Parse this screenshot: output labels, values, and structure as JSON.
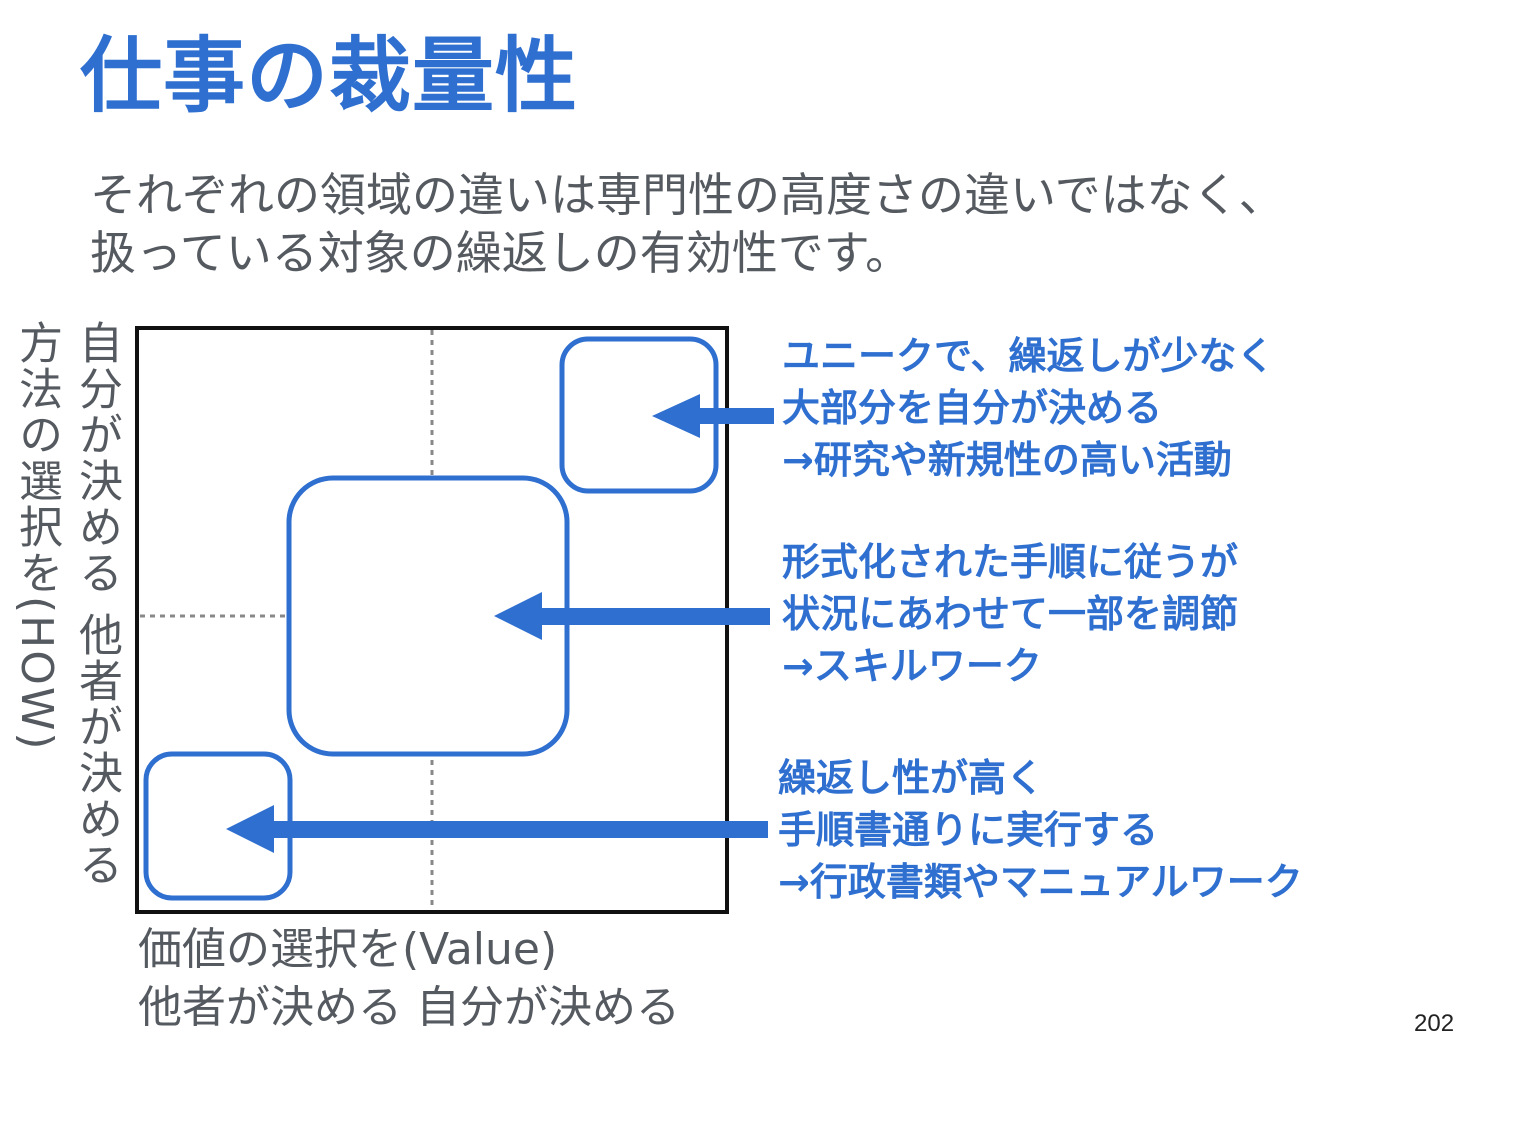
{
  "slide": {
    "title": "仕事の裁量性",
    "subtitle": [
      "それぞれの領域の違いは専門性の高度さの違いではなく、",
      "扱っている対象の繰返しの有効性です。"
    ],
    "page_number": "202"
  },
  "diagram": {
    "y_axis": {
      "line1": "方法の選択を(HOW)",
      "line2": "自分が決める 他者が決める"
    },
    "x_axis": {
      "line1": "価値の選択を(Value)",
      "line2": "他者が決める 自分が決める"
    },
    "annotations": [
      {
        "lines": [
          "ユニークで、繰返しが少なく",
          "大部分を自分が決める",
          "→研究や新規性の高い活動"
        ]
      },
      {
        "lines": [
          "形式化された手順に従うが",
          "状況にあわせて一部を調節",
          "→スキルワーク"
        ]
      },
      {
        "lines": [
          "繰返し性が高く",
          "手順書通りに実行する",
          "→行政書類やマニュアルワーク"
        ]
      }
    ]
  },
  "colors": {
    "accent": "#2e6fd0",
    "text_gray": "#555a60",
    "frame": "#111111",
    "divider": "#888888"
  }
}
